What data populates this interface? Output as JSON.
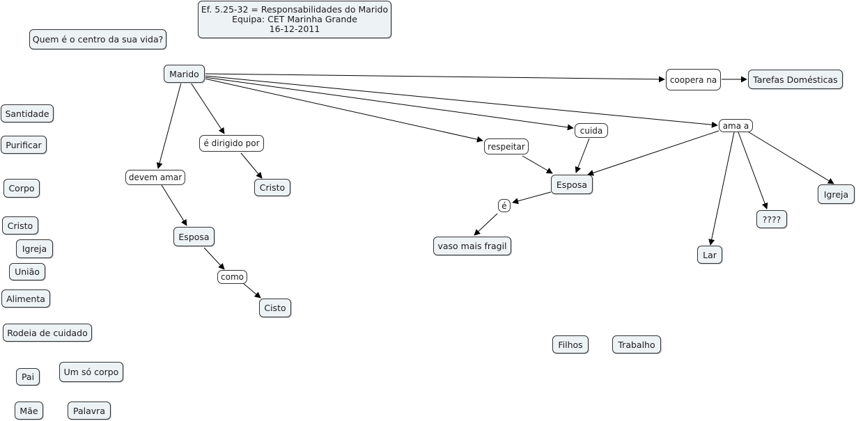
{
  "header": {
    "line1": "Ef. 5.25-32 = Responsabilidades do Marido",
    "line2": "Equipa: CET Marinha Grande",
    "line3": "16-12-2011"
  },
  "question": "Quem é o centro da sua vida?",
  "concepts": {
    "marido": "Marido",
    "coopera_na": "coopera na",
    "tarefas_domesticas": "Tarefas Domésticas",
    "e_dirigido_por": "é dirigido por",
    "cristo_dirigido": "Cristo",
    "devem_amar": "devem amar",
    "esposa_left": "Esposa",
    "como": "como",
    "cisto": "Cisto",
    "respeitar": "respeitar",
    "cuida": "cuida",
    "ama_a": "ama a",
    "esposa_center": "Esposa",
    "e": "é",
    "vaso_mais_fragil": "vaso mais fragil",
    "lar": "Lar",
    "interrogacoes": "????",
    "igreja_right": "Igreja",
    "filhos": "Filhos",
    "trabalho": "Trabalho"
  },
  "sidebar": {
    "santidade": "Santidade",
    "purificar": "Purificar",
    "corpo": "Corpo",
    "cristo": "Cristo",
    "igreja": "Igreja",
    "uniao": "União",
    "alimenta": "Alimenta",
    "rodeia_de_cuidado": "Rodeia de cuidado",
    "pai": "Pai",
    "um_so_corpo": "Um só corpo",
    "mae": "Mãe",
    "palavra": "Palavra"
  },
  "colors": {
    "concept_fill": "#edf2f5",
    "linking_fill": "#ffffff",
    "border": "#333333",
    "arrow": "#000000"
  }
}
